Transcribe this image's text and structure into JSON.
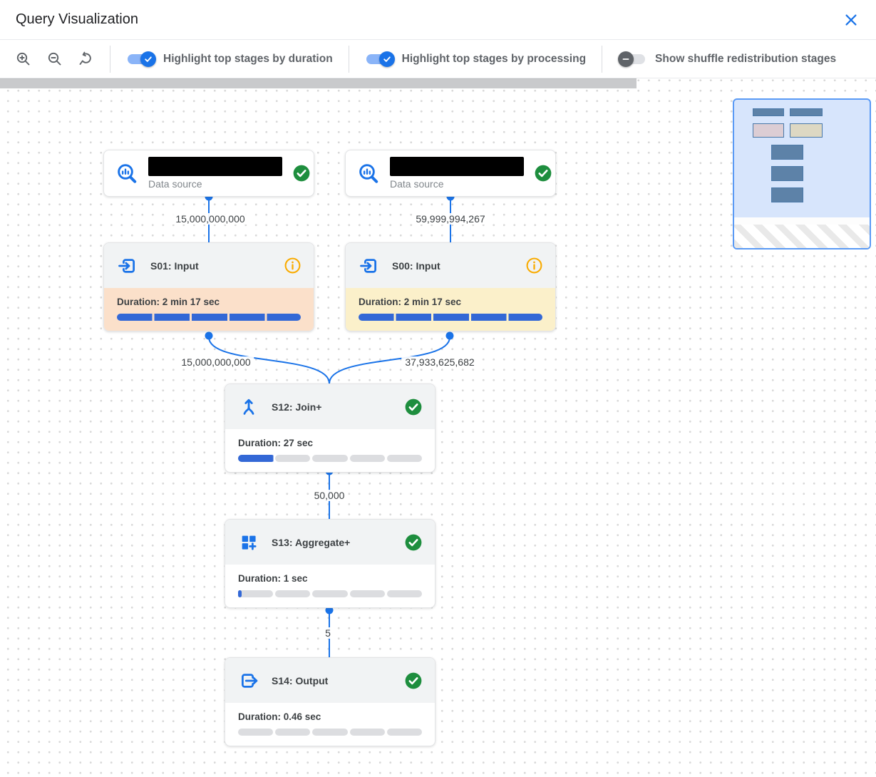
{
  "header": {
    "title": "Query Visualization"
  },
  "toolbar": {
    "zoom_in": "zoom in",
    "zoom_out": "zoom out",
    "reset_zoom": "reset zoom",
    "toggles": [
      {
        "label": "Highlight top stages by duration",
        "state": "on"
      },
      {
        "label": "Highlight top stages by processing",
        "state": "on"
      },
      {
        "label": "Show shuffle redistribution stages",
        "state": "off"
      }
    ]
  },
  "canvas": {
    "nodes": {
      "ds1": {
        "type": "data-source",
        "label": "Data source",
        "name_redacted": true,
        "status": "completed"
      },
      "ds2": {
        "type": "data-source",
        "label": "Data source",
        "name_redacted": true,
        "status": "completed"
      },
      "s01": {
        "title": "S01: Input",
        "duration": "Duration: 2 min 17 sec",
        "progress_pct": 100,
        "highlight": "top-by-duration",
        "status": "info"
      },
      "s00": {
        "title": "S00: Input",
        "duration": "Duration: 2 min 17 sec",
        "progress_pct": 100,
        "highlight": "top-by-processing",
        "status": "info"
      },
      "s12": {
        "title": "S12: Join+",
        "duration": "Duration: 27 sec",
        "progress_pct": 20,
        "status": "completed"
      },
      "s13": {
        "title": "S13: Aggregate+",
        "duration": "Duration: 1 sec",
        "progress_pct": 2,
        "status": "completed"
      },
      "s14": {
        "title": "S14: Output",
        "duration": "Duration: 0.46 sec",
        "progress_pct": 0,
        "status": "completed"
      }
    },
    "edges": [
      {
        "from": "ds1",
        "to": "s01",
        "rows": "15,000,000,000"
      },
      {
        "from": "ds2",
        "to": "s00",
        "rows": "59,999,994,267"
      },
      {
        "from": "s01",
        "to": "s12",
        "rows": "15,000,000,000"
      },
      {
        "from": "s00",
        "to": "s12",
        "rows": "37,933,625,682"
      },
      {
        "from": "s12",
        "to": "s13",
        "rows": "50,000"
      },
      {
        "from": "s13",
        "to": "s14",
        "rows": "5"
      }
    ]
  },
  "colors": {
    "accent_blue": "#1a73e8",
    "progress_blue": "#3368d6",
    "success_green": "#1e8e3e",
    "info_amber": "#f9ab00",
    "duration_highlight": "#fbe0ca",
    "processing_highlight": "#fbf0ca",
    "node_header_gray": "#f1f3f4",
    "minimap_blue": "#d7e5fc"
  }
}
